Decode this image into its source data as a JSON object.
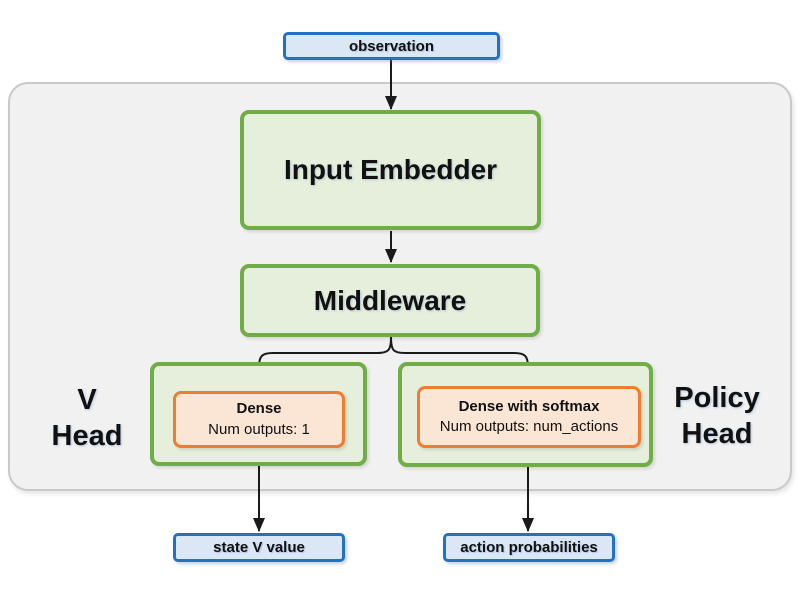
{
  "diagram": {
    "observation": "observation",
    "input_embedder": "Input Embedder",
    "middleware": "Middleware",
    "v_head": {
      "line1": "V",
      "line2": "Head"
    },
    "policy_head": {
      "line1": "Policy",
      "line2": "Head"
    },
    "v_dense": {
      "title": "Dense",
      "subtitle": "Num outputs: 1"
    },
    "policy_dense": {
      "title": "Dense with softmax",
      "subtitle": "Num outputs: num_actions"
    },
    "outputs": {
      "state_v_value": "state V value",
      "action_probabilities": "action probabilities"
    }
  },
  "colors": {
    "blue_border": "#2173c2",
    "blue_fill": "#dbe7f4",
    "green_border": "#70ad47",
    "green_fill": "#e6efdc",
    "orange_border": "#ed7d31",
    "orange_fill": "#fbe6d6",
    "panel_border": "#c9c9c9",
    "panel_fill": "#f1f1f2",
    "arrow": "#1a1a1a"
  }
}
